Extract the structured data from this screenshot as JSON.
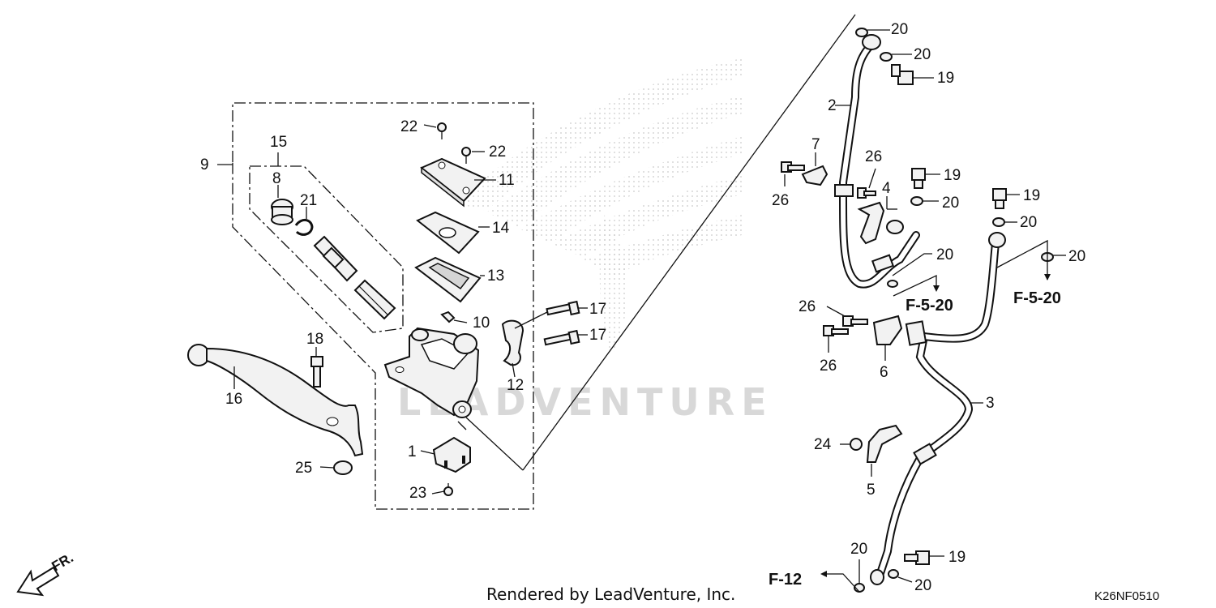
{
  "watermark": "LEADVENTURE",
  "footer_text": "Rendered by LeadVenture, Inc.",
  "diagram_code": "K26NF0510",
  "direction_label": "FR.",
  "callouts": {
    "c1": "1",
    "c2": "2",
    "c3": "3",
    "c4": "4",
    "c5": "5",
    "c6": "6",
    "c7": "7",
    "c8": "8",
    "c9": "9",
    "c10": "10",
    "c11": "11",
    "c12": "12",
    "c13": "13",
    "c14": "14",
    "c15": "15",
    "c16": "16",
    "c17a": "17",
    "c17b": "17",
    "c18": "18",
    "c19a": "19",
    "c19b": "19",
    "c19c": "19",
    "c19d": "19",
    "c20a": "20",
    "c20b": "20",
    "c20c": "20",
    "c20d": "20",
    "c20e": "20",
    "c20f": "20",
    "c20g": "20",
    "c20h": "20",
    "c21": "21",
    "c22a": "22",
    "c22b": "22",
    "c23": "23",
    "c24": "24",
    "c25": "25",
    "c26a": "26",
    "c26b": "26",
    "c26c": "26",
    "c26d": "26"
  },
  "section_refs": {
    "ref_a": "F-5-20",
    "ref_b": "F-5-20",
    "ref_c": "F-12"
  }
}
